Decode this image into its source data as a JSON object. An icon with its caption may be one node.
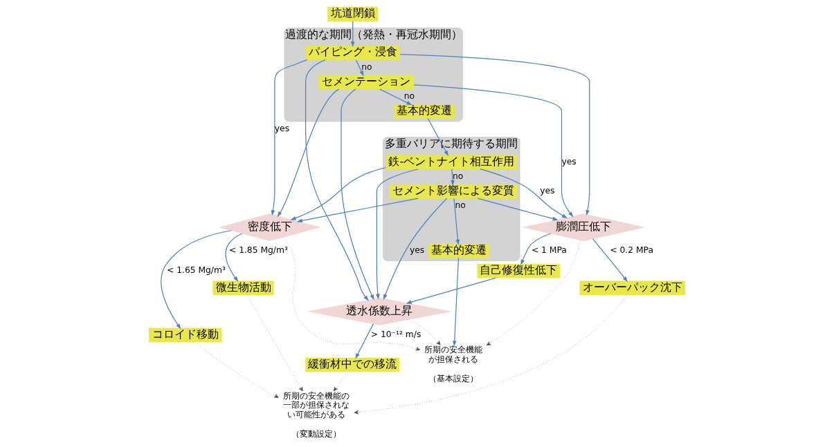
{
  "diagram": {
    "nodes": [
      {
        "text": [
          "過渡的な期間（発熱・再冠水期間）"
        ]
      },
      {
        "text": [
          "多重バリアに期待する期間"
        ]
      },
      {
        "text": [
          "坑道閉鎖"
        ]
      },
      {
        "text": [
          "パイピング・浸食"
        ],
        "in": 0
      },
      {
        "text": [
          "セメンテーション"
        ],
        "in": 0
      },
      {
        "text": [
          "基本的変遷"
        ],
        "in": 0
      },
      {
        "text": [
          "鉄-ベントナイト相互作用"
        ],
        "in": 1
      },
      {
        "text": [
          "セメント影響による変質"
        ],
        "in": 1
      },
      {
        "text": [
          "基本的変遷"
        ],
        "in": 1
      },
      {
        "text": [
          "所期の安全機能が担保される"
        ],
        "beside": [
          "（基本設定）"
        ]
      },
      {
        "text": [
          "密度低下"
        ]
      },
      {
        "text": [
          "微生物活動"
        ]
      },
      {
        "text": [
          "コロイド移動"
        ]
      },
      {
        "text": [
          "膨潤圧低下"
        ]
      },
      {
        "text": [
          "自己修復性低下"
        ]
      },
      {
        "text": [
          "オーバーパック沈下"
        ]
      },
      {
        "text": [
          "透水係数上昇"
        ]
      },
      {
        "text": [
          "緩衝材中での移流"
        ]
      },
      {
        "text": [
          "所期の安全機能の一部が担保されない可能性がある"
        ],
        "beside": [
          "（変動設定）"
        ]
      }
    ],
    "edges": [
      {
        "from": 2,
        "to": 3,
        "arrow": "to"
      },
      {
        "from": 3,
        "to": 4,
        "arrow": "to",
        "label": "no"
      },
      {
        "from": 4,
        "to": 5,
        "arrow": "to",
        "label": "no"
      },
      {
        "from": 5,
        "to": 6,
        "arrow": "to"
      },
      {
        "from": 6,
        "to": 7,
        "arrow": "to",
        "label": "no"
      },
      {
        "from": 7,
        "to": 8,
        "arrow": "to",
        "label": "no"
      },
      {
        "from": 8,
        "to": 9,
        "arrow": "to"
      },
      {
        "from": 3,
        "to": 10,
        "arrow": "to",
        "label": "yes"
      },
      {
        "from": 3,
        "to": 13,
        "arrow": "to"
      },
      {
        "from": 3,
        "to": 16,
        "arrow": "to"
      },
      {
        "from": 4,
        "to": 10,
        "arrow": "to"
      },
      {
        "from": 4,
        "to": 13,
        "arrow": "to",
        "label": "yes"
      },
      {
        "from": 4,
        "to": 16,
        "arrow": "to"
      },
      {
        "from": 6,
        "to": 10,
        "arrow": "to"
      },
      {
        "from": 6,
        "to": 13,
        "arrow": "to",
        "label": "yes"
      },
      {
        "from": 6,
        "to": 16,
        "arrow": "to"
      },
      {
        "from": 7,
        "to": 10,
        "arrow": "to"
      },
      {
        "from": 7,
        "to": 13,
        "arrow": "to"
      },
      {
        "from": 7,
        "to": 16,
        "arrow": "to",
        "label": "yes"
      },
      {
        "from": 10,
        "to": 11,
        "arrow": "to",
        "label": "< 1.85 Mg/m³"
      },
      {
        "from": 10,
        "to": 12,
        "arrow": "to",
        "label": "< 1.65 Mg/m³"
      },
      {
        "from": 13,
        "to": 14,
        "arrow": "to",
        "label": "< 1 MPa"
      },
      {
        "from": 13,
        "to": 15,
        "arrow": "to",
        "label": "< 0.2 MPa"
      },
      {
        "from": 14,
        "to": 16,
        "arrow": "to"
      },
      {
        "from": 16,
        "to": 17,
        "arrow": "to",
        "label": "> 10⁻¹² m/s"
      },
      {
        "from": 11,
        "to": 18,
        "arrow": "to",
        "style": "dashed",
        "color": "#404040"
      },
      {
        "from": 12,
        "to": 18,
        "arrow": "to",
        "style": "dashed",
        "color": "#404040"
      },
      {
        "from": 15,
        "to": 18,
        "arrow": "to",
        "style": "dashed",
        "color": "#404040"
      },
      {
        "from": 17,
        "to": 18,
        "arrow": "to",
        "style": "dashed",
        "color": "#404040"
      },
      {
        "from": 10,
        "to": 9,
        "arrow": "to",
        "style": "dashed",
        "color": "#404040"
      },
      {
        "from": 13,
        "to": 9,
        "arrow": "to",
        "style": "dashed",
        "color": "#404040"
      },
      {
        "from": 16,
        "to": 9,
        "arrow": "to",
        "style": "dashed",
        "color": "#404040"
      }
    ]
  }
}
